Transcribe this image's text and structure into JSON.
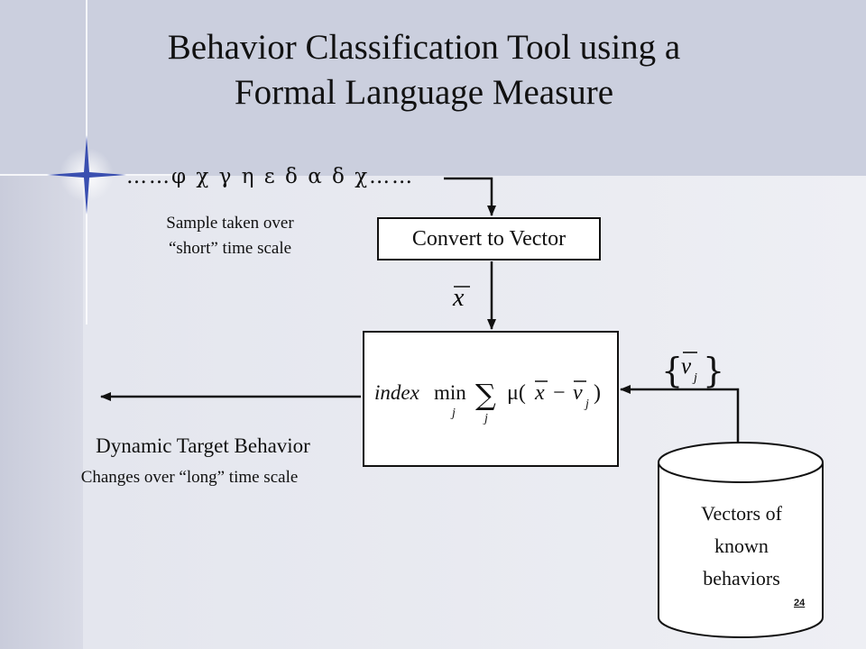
{
  "slide": {
    "title_line1": "Behavior Classification Tool using a",
    "title_line2": "Formal Language Measure",
    "symbol_sequence": "……φ χ γ η ε δ α δ χ……",
    "sample_line1": "Sample taken over",
    "sample_line2": "“short” time scale",
    "convert_label": "Convert to Vector",
    "x_bar_var": "x",
    "v_set_var": "v",
    "v_set_sub": "j",
    "formula": {
      "index": "index",
      "min": "min",
      "min_sub": "j",
      "sum": "∑",
      "sum_sub": "j",
      "mu": "μ(",
      "x": "x",
      "minus": "−",
      "v": "v",
      "v_sub": "j",
      "close": ")"
    },
    "output_title": "Dynamic Target Behavior",
    "output_subtitle": "Changes over “long” time scale",
    "db_line1": "Vectors of",
    "db_line2": "known",
    "db_line3": "behaviors",
    "page_number": "24"
  },
  "colors": {
    "title_band": "#cbcfde",
    "sparkle": "#3a4fb0",
    "stroke": "#111111"
  }
}
